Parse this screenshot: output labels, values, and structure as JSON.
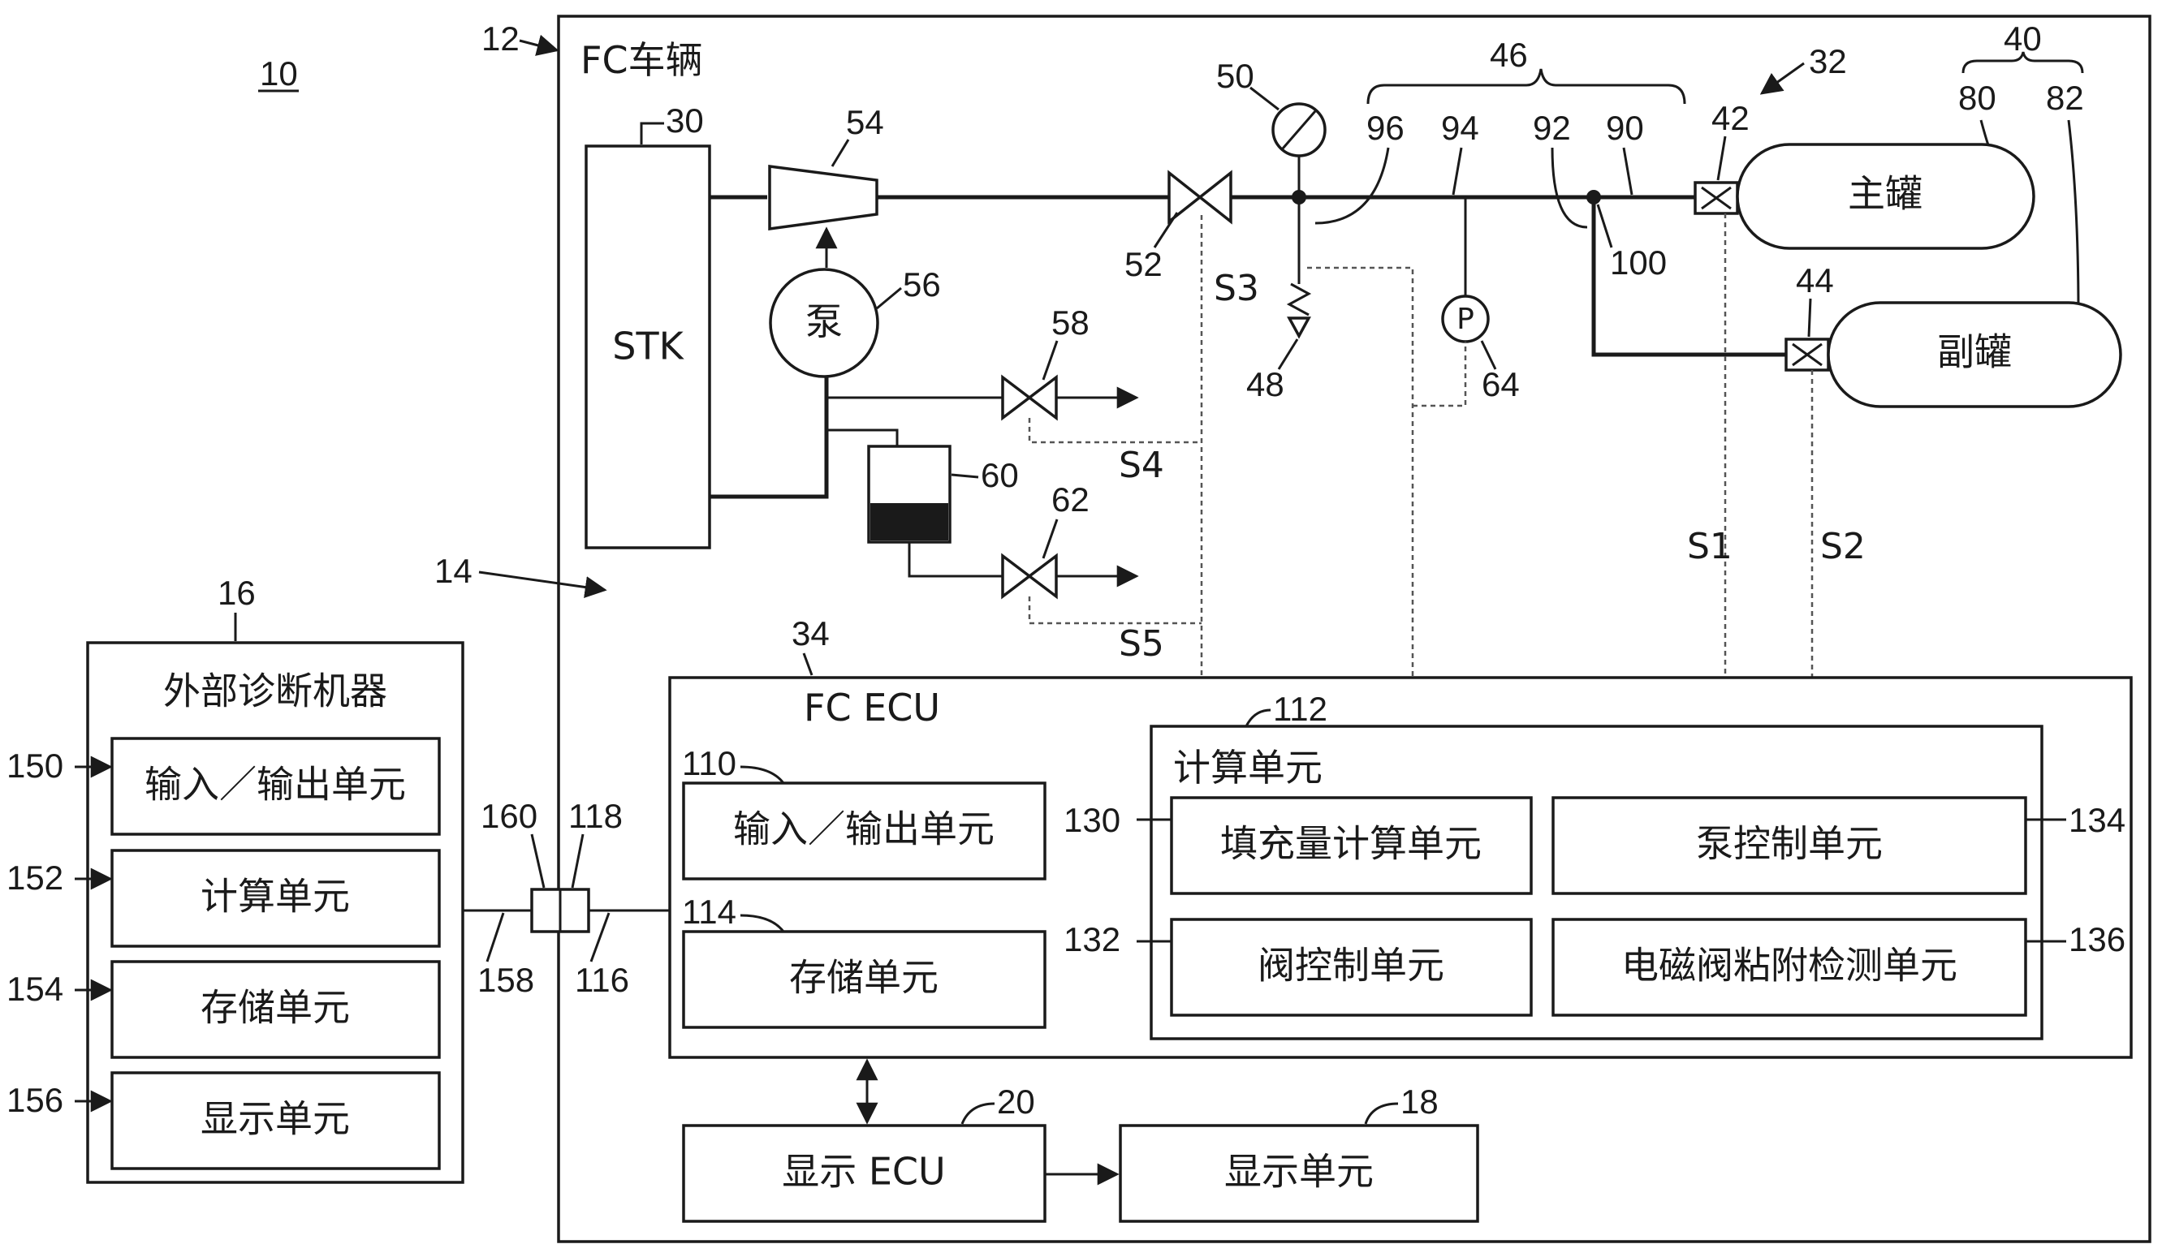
{
  "figure": {
    "system_ref": "10",
    "vehicle": {
      "ref": "12",
      "label": "FC车辆"
    },
    "system_arrow_ref": "14",
    "stack": {
      "ref": "30",
      "label": "STK"
    },
    "compressor_ref": "54",
    "pump": {
      "ref": "56",
      "label": "泵"
    },
    "valve_58_ref": "58",
    "tank_60_ref": "60",
    "valve_62_ref": "62",
    "valve_52_ref": "52",
    "gauge_ref": "50",
    "relief_valve_ref": "48",
    "pressure_sensor": {
      "ref": "64",
      "label": "P"
    },
    "piping_group_ref": "46",
    "pipe_refs": {
      "p96": "96",
      "p94": "94",
      "p92": "92",
      "p90": "90"
    },
    "junction_ref": "100",
    "tank_unit_ref": "32",
    "tanks_group_ref": "40",
    "main_tank": {
      "ref": "80",
      "label": "主罐",
      "valve_ref": "42"
    },
    "sub_tank": {
      "ref": "82",
      "label": "副罐",
      "valve_ref": "44"
    },
    "signals": {
      "s1": "S1",
      "s2": "S2",
      "s3": "S3",
      "s4": "S4",
      "s5": "S5"
    },
    "fc_ecu": {
      "ref": "34",
      "label": "FC ECU",
      "io": {
        "ref": "110",
        "label": "输入／输出单元"
      },
      "storage": {
        "ref": "114",
        "label": "存储单元"
      },
      "calc": {
        "ref": "112",
        "label": "计算单元",
        "fill_calc": {
          "ref": "130",
          "label": "填充量计算单元"
        },
        "valve_ctrl": {
          "ref": "132",
          "label": "阀控制单元"
        },
        "pump_ctrl": {
          "ref": "134",
          "label": "泵控制单元"
        },
        "stick_detect": {
          "ref": "136",
          "label": "电磁阀粘附检测单元"
        }
      }
    },
    "display_ecu": {
      "ref": "20",
      "label": "显示 ECU"
    },
    "display_unit": {
      "ref": "18",
      "label": "显示单元"
    },
    "connector": {
      "ref_inner": "118",
      "ref_outer": "160",
      "line_in": "116",
      "line_out": "158"
    },
    "external": {
      "ref": "16",
      "title": "外部诊断机器",
      "io": {
        "ref": "150",
        "label": "输入／输出单元"
      },
      "calc": {
        "ref": "152",
        "label": "计算单元"
      },
      "storage": {
        "ref": "154",
        "label": "存储单元"
      },
      "display": {
        "ref": "156",
        "label": "显示单元"
      }
    }
  }
}
